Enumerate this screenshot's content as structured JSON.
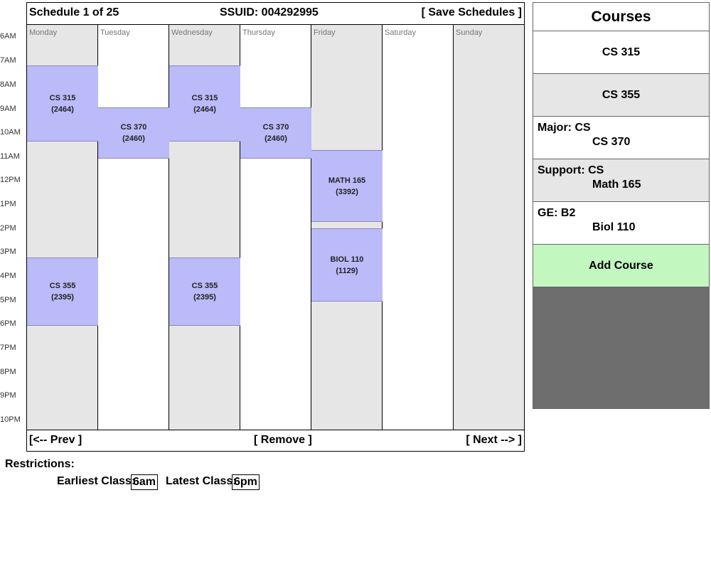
{
  "header": {
    "schedule_label": "Schedule 1 of 25",
    "ssuid_label": "SSUID: 004292995",
    "save_label": "[ Save Schedules ]"
  },
  "footer": {
    "prev_label": "[<-- Prev ]",
    "remove_label": "[ Remove ]",
    "next_label": "[ Next --> ]"
  },
  "days": [
    "Monday",
    "Tuesday",
    "Wednesday",
    "Thursday",
    "Friday",
    "Saturday",
    "Sunday"
  ],
  "hours": [
    "6AM",
    "7AM",
    "8AM",
    "9AM",
    "10AM",
    "11AM",
    "12PM",
    "1PM",
    "2PM",
    "3PM",
    "4PM",
    "5PM",
    "6PM",
    "7PM",
    "8PM",
    "9PM",
    "10PM"
  ],
  "classes": [
    {
      "name": "CS 315",
      "code": "(2464)"
    },
    {
      "name": "CS 370",
      "code": "(2460)"
    },
    {
      "name": "CS 315",
      "code": "(2464)"
    },
    {
      "name": "CS 370",
      "code": "(2460)"
    },
    {
      "name": "MATH 165",
      "code": "(3392)"
    },
    {
      "name": "CS 355",
      "code": "(2395)"
    },
    {
      "name": "CS 355",
      "code": "(2395)"
    },
    {
      "name": "BIOL 110",
      "code": "(1129)"
    }
  ],
  "courses_panel": {
    "title": "Courses",
    "items": [
      {
        "category": "",
        "name": "CS 315"
      },
      {
        "category": "",
        "name": "CS 355"
      },
      {
        "category": "Major: CS",
        "name": "CS 370"
      },
      {
        "category": "Support: CS",
        "name": "Math 165"
      },
      {
        "category": "GE: B2",
        "name": "Biol 110"
      }
    ],
    "add_label": "Add Course"
  },
  "restrictions": {
    "title": "Restrictions:",
    "earliest_label": "Earliest Class:",
    "earliest_value": "6am",
    "latest_label": "Latest Class:",
    "latest_value": "6pm"
  },
  "colors": {
    "class_block": "#bbbbf9",
    "add_button": "#c2f7c0",
    "panel_bg": "#6e6e6e",
    "grey_column": "#e6e6e6"
  }
}
